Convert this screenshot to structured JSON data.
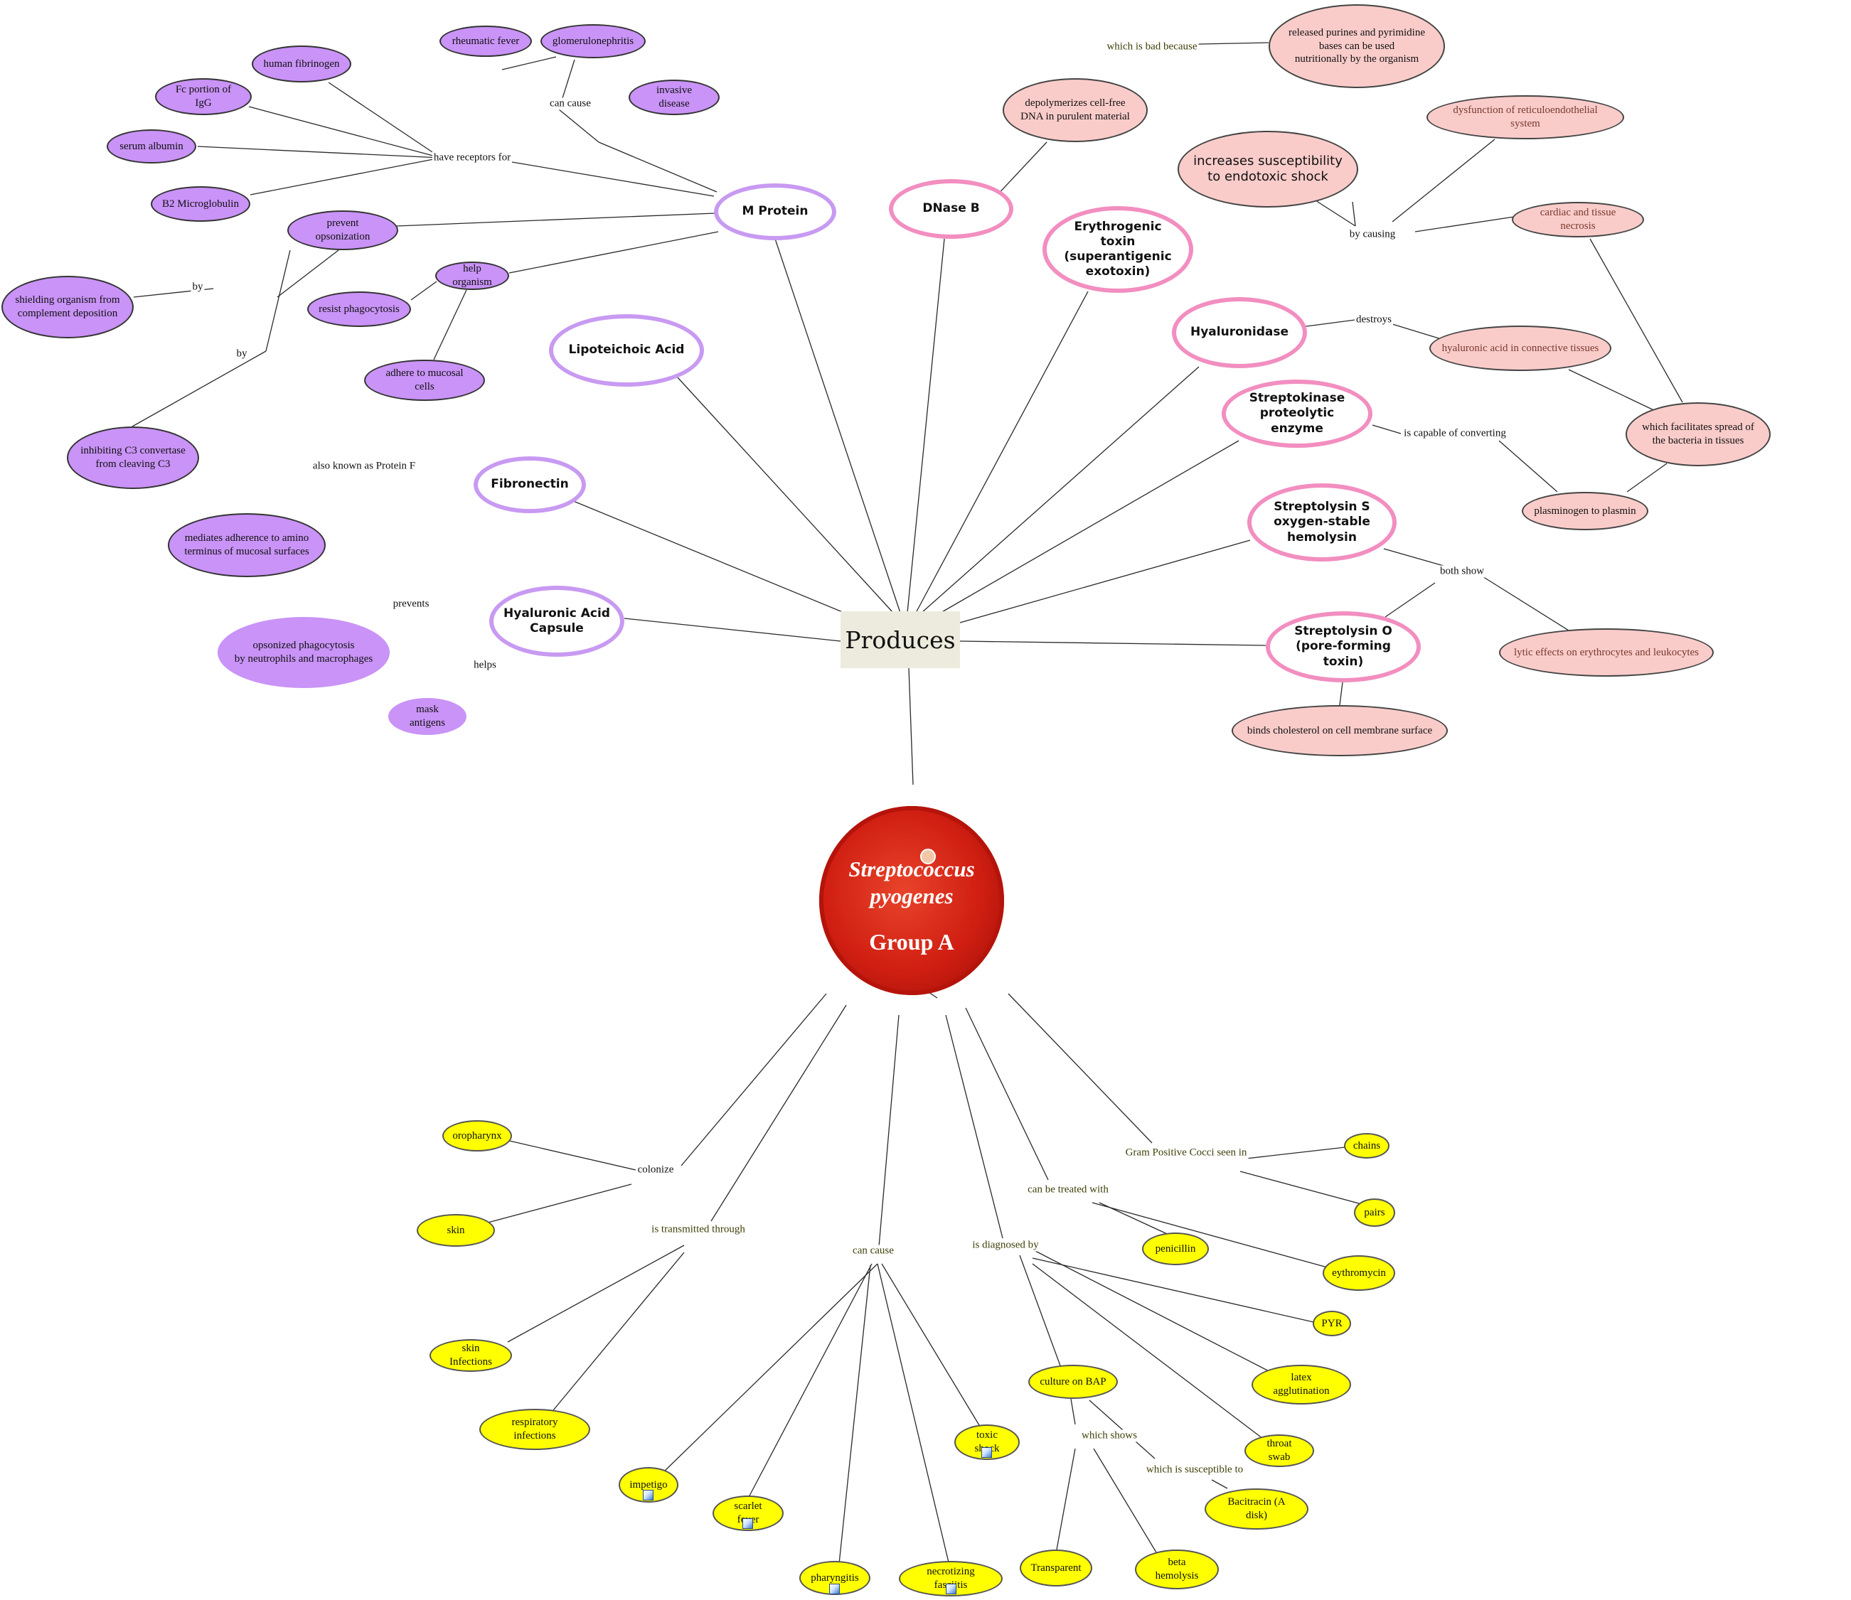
{
  "root": {
    "label": "Produces"
  },
  "organism": {
    "name": "Streptococcus\npyogenes",
    "group": "Group A"
  },
  "virulence": {
    "m_protein": "M Protein",
    "dnase_b": "DNase B",
    "erythrogenic": "Erythrogenic toxin\n(superantigenic\nexotoxin)",
    "lipoteichoic": "Lipoteichoic Acid",
    "hyaluronidase": "Hyaluronidase",
    "streptokinase": "Streptokinase\nproteolytic enzyme",
    "fibronectin": "Fibronectin",
    "streptolysin_s": "Streptolysin S\noxygen-stable\nhemolysin",
    "hyaluronic_capsule": "Hyaluronic Acid\nCapsule",
    "streptolysin_o": "Streptolysin O\n(pore-forming toxin)"
  },
  "purple": {
    "rheumatic_fever": "rheumatic fever",
    "glomerulonephritis": "glomerulonephritis",
    "human_fibrinogen": "human fibrinogen",
    "invasive_disease": "invasive disease",
    "fc_igg": "Fc portion of IgG",
    "serum_albumin": "serum albumin",
    "b2_micro": "B2 Microglobulin",
    "prevent_opsonization": "prevent opsonization",
    "shielding": "shielding organism from\ncomplement deposition",
    "help_organism": "help organism",
    "resist_phagocytosis": "resist phagocytosis",
    "adhere_mucosal": "adhere to mucosal cells",
    "inhibiting_c3": "inhibiting C3 convertase\nfrom cleaving C3",
    "mediates_adherence": "mediates adherence to amino\nterminus of mucosal  surfaces",
    "opsonized": "opsonized phagocytosis\nby neutrophils and macrophages",
    "mask_antigens": "mask antigens"
  },
  "pink": {
    "released_purines": "released purines and pyrimidine\nbases can be used\nnutritionally by the organism",
    "depolymerizes": "depolymerizes cell-free\nDNA in purulent material",
    "dysfunction_res": "dysfunction of reticuloendothelial system",
    "increases_susceptibility": "increases susceptibility\nto endotoxic shock",
    "cardiac_necrosis": "cardiac and tissue necrosis",
    "hyaluronic_connective": "hyaluronic acid in connective tissues",
    "facilitates_spread": "which facilitates spread of\nthe bacteria in tissues",
    "plasminogen": "plasminogen to plasmin",
    "lytic_effects": "lytic effects on erythrocytes and leukocytes",
    "binds_cholesterol": "binds cholesterol on cell membrane surface"
  },
  "yellow": {
    "oropharynx": "oropharynx",
    "skin": "skin",
    "chains": "chains",
    "pairs": "pairs",
    "penicillin": "penicillin",
    "erythromycin": "eythromycin",
    "pyr": "PYR",
    "skin_infections": "skin Infections",
    "latex": "latex agglutination",
    "respiratory": "respiratory infections",
    "culture_bap": "culture on BAP",
    "toxic_shock": "toxic shock",
    "throat_swab": "throat swab",
    "impetigo": "impetigo",
    "bacitracin": "Bacitracin (A disk)",
    "scarlet_fever": "scarlet fever",
    "transparent": "Transparent",
    "beta_hemolysis": "beta hemolysis",
    "pharyngitis": "pharyngitis",
    "necrotizing": "necrotizing fasciitis"
  },
  "links": {
    "can_cause_m": "can cause",
    "have_receptors": "have receptors for",
    "by_1": "by",
    "by_2": "by",
    "also_known": "also known as Protein F",
    "prevents": "prevents",
    "helps": "helps",
    "bad_because": "which is bad because",
    "by_causing": "by causing",
    "destroys": "destroys",
    "capable_converting": "is capable of converting",
    "both_show": "both show",
    "colonize": "colonize",
    "transmitted": "is transmitted through",
    "can_cause_y": "can cause",
    "diagnosed": "is diagnosed  by",
    "treated": "can be treated with",
    "gram_positive": "Gram Positive Cocci seen in",
    "which_shows": "which shows",
    "susceptible": "which is susceptible to"
  },
  "colors": {
    "purple_node": "#c993f7",
    "pink_node": "#f9ccca",
    "yellow_node": "#ffff00",
    "purple_ring": "#c89af2",
    "pink_ring": "#f28ec0",
    "root_box": "#ecebdd",
    "plate_red": "#d01e12"
  }
}
